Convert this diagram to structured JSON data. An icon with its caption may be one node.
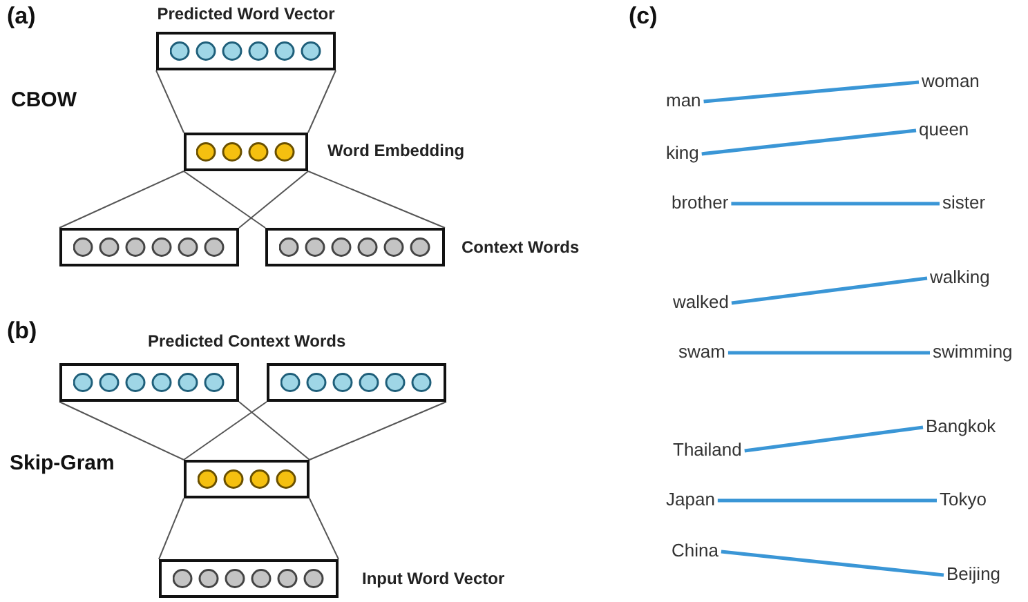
{
  "diagram": {
    "nodes": [
      {
        "text": [
          "Predicted Word Vector"
        ]
      },
      {
        "text": [],
        "shape": "box",
        "beside": [
          "Word Embedding"
        ]
      },
      {
        "text": [],
        "shape": "box"
      },
      {
        "text": [],
        "shape": "box",
        "beside": [
          "Context Words"
        ]
      },
      {
        "text": [],
        "shape": "box"
      },
      {
        "text": [],
        "shape": "box"
      },
      {
        "text": [],
        "shape": "box"
      },
      {
        "text": [],
        "shape": "box",
        "beside": [
          "Input Word Vector"
        ]
      },
      {
        "text": [
          "man"
        ]
      },
      {
        "text": [
          "woman"
        ]
      },
      {
        "text": [
          "king"
        ]
      },
      {
        "text": [
          "queen"
        ]
      },
      {
        "text": [
          "brother"
        ]
      },
      {
        "text": [
          "sister"
        ]
      },
      {
        "text": [
          "walked"
        ]
      },
      {
        "text": [
          "walking"
        ]
      },
      {
        "text": [
          "swam"
        ]
      },
      {
        "text": [
          "swimming"
        ]
      },
      {
        "text": [
          "Thailand"
        ]
      },
      {
        "text": [
          "Bangkok"
        ]
      },
      {
        "text": [
          "Japan"
        ]
      },
      {
        "text": [
          "Tokyo"
        ]
      },
      {
        "text": [
          "China"
        ]
      },
      {
        "text": [
          "Beijing"
        ]
      }
    ],
    "edges": [
      {
        "from": 0,
        "to": 1,
        "arrow": "none"
      },
      {
        "from": 0,
        "to": 1,
        "arrow": "none"
      },
      {
        "from": 1,
        "to": 2,
        "arrow": "none"
      },
      {
        "from": 1,
        "to": 3,
        "arrow": "none"
      },
      {
        "from": 1,
        "to": 2,
        "arrow": "none"
      },
      {
        "from": 1,
        "to": 3,
        "arrow": "none"
      },
      {
        "from": 4,
        "to": 6,
        "arrow": "none"
      },
      {
        "from": 4,
        "to": 6,
        "arrow": "none"
      },
      {
        "from": 5,
        "to": 6,
        "arrow": "none"
      },
      {
        "from": 5,
        "to": 6,
        "arrow": "none"
      },
      {
        "from": 6,
        "to": 7,
        "arrow": "none"
      },
      {
        "from": 6,
        "to": 7,
        "arrow": "none"
      },
      {
        "from": 8,
        "to": 9,
        "arrow": "none",
        "style": "thick",
        "color": "#3a96d6"
      },
      {
        "from": 10,
        "to": 11,
        "arrow": "none",
        "style": "thick",
        "color": "#3a96d6"
      },
      {
        "from": 12,
        "to": 13,
        "arrow": "none",
        "style": "thick",
        "color": "#3a96d6"
      },
      {
        "from": 14,
        "to": 15,
        "arrow": "none",
        "style": "thick",
        "color": "#3a96d6"
      },
      {
        "from": 16,
        "to": 17,
        "arrow": "none",
        "style": "thick",
        "color": "#3a96d6"
      },
      {
        "from": 18,
        "to": 19,
        "arrow": "none",
        "style": "thick",
        "color": "#3a96d6"
      },
      {
        "from": 20,
        "to": 21,
        "arrow": "none",
        "style": "thick",
        "color": "#3a96d6"
      },
      {
        "from": 22,
        "to": 23,
        "arrow": "none",
        "style": "thick",
        "color": "#3a96d6"
      }
    ],
    "labels": [
      "(a)",
      "CBOW",
      "(b)",
      "Predicted Context Words",
      "Skip-Gram",
      "(c)"
    ]
  }
}
